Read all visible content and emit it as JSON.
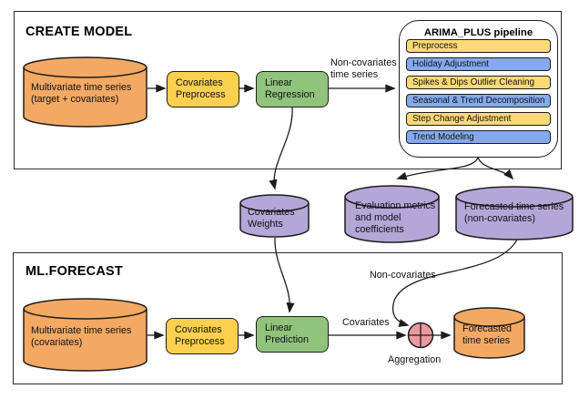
{
  "create_model": {
    "title": "CREATE MODEL",
    "source_db": "Multivariate time series\n(target + covariates)",
    "covariates_preprocess": "Covariates\nPreprocess",
    "linear_regression": "Linear\nRegression",
    "noncovariates_edge_label": "Non-covariates\ntime series",
    "pipeline": {
      "title": "ARIMA_PLUS pipeline",
      "items": [
        "Preprocess",
        "Holiday Adjustment",
        "Spikes & Dips Outlier Cleaning",
        "Seasonal & Trend Decomposition",
        "Step Change Adjustment",
        "Trend Modeling"
      ]
    }
  },
  "artifacts": {
    "covariates_weights": "Covariates\nWeights",
    "evaluation_metrics": "Evaluation metrics\nand model\ncoefficients",
    "forecasted_noncovariates": "Forecasted time series\n(non-covariates)"
  },
  "ml_forecast": {
    "title": "ML.FORECAST",
    "source_db": "Multivariate time series\n(covariates)",
    "covariates_preprocess": "Covariates\nPreprocess",
    "linear_prediction": "Linear\nPrediction",
    "covariates_edge_label": "Covariates",
    "noncovariates_edge_label": "Non-covariates",
    "aggregation_label": "Aggregation",
    "forecast_output": "Forecasted\ntime series"
  },
  "colors": {
    "source_orange": "#f3a963",
    "preprocess_yellow": "#fbd04e",
    "model_green": "#90c47c",
    "pipeline_yellow": "#fbd977",
    "pipeline_blue": "#84aaec",
    "artifact_purple": "#b5a6d8",
    "aggregation_pink": "#e89a9c"
  }
}
